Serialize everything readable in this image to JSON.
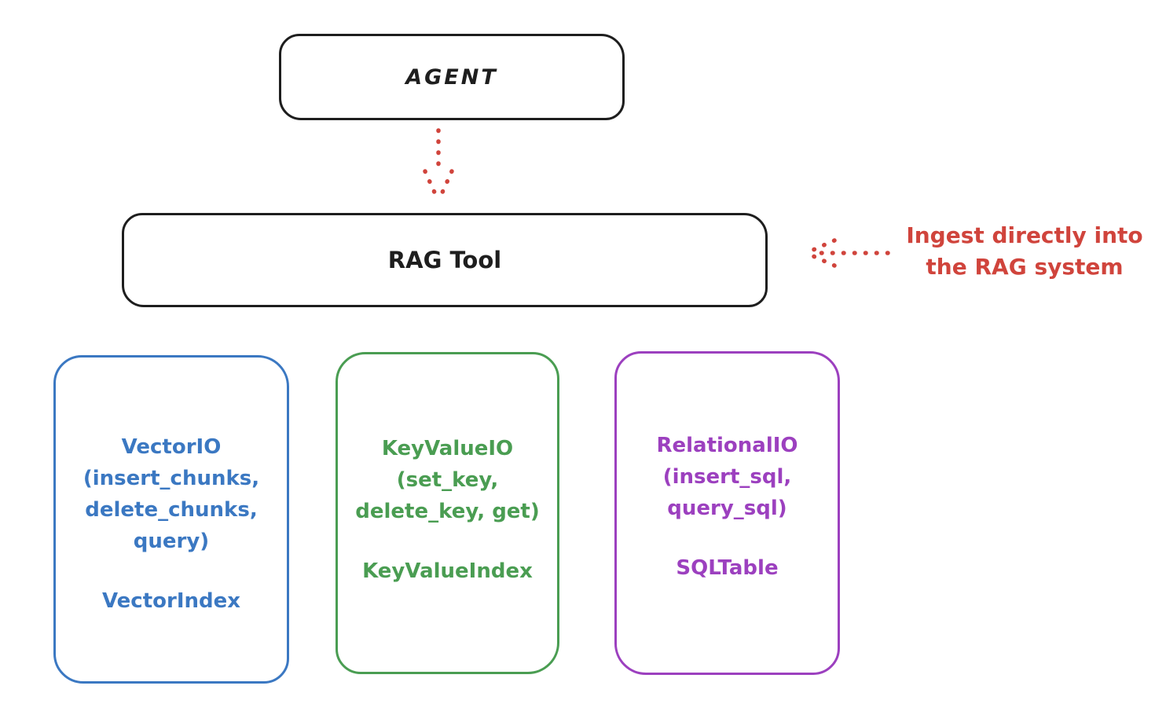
{
  "diagram": {
    "colors": {
      "ink": "#1e1e1e",
      "red": "#d0443c",
      "blue": "#3b78c2",
      "green": "#4a9d52",
      "purple": "#9c40bf",
      "background": "#ffffff"
    },
    "agent": {
      "label": "AGENT"
    },
    "rag_tool": {
      "label": "RAG Tool"
    },
    "annotation": {
      "lines": [
        "Ingest directly into",
        "the RAG system"
      ],
      "color": "#d0443c"
    },
    "arrows": [
      {
        "name": "agent-to-rag-tool",
        "style": "dotted",
        "direction": "down",
        "color": "#d0443c"
      },
      {
        "name": "annotation-to-rag-tool",
        "style": "dotted",
        "direction": "left",
        "color": "#d0443c"
      }
    ],
    "backends": [
      {
        "color": "#3b78c2",
        "title_lines": [
          "VectorIO",
          "(insert_chunks,",
          "delete_chunks,",
          "query)"
        ],
        "index_label": "VectorIndex"
      },
      {
        "color": "#4a9d52",
        "title_lines": [
          "KeyValueIO",
          "(set_key,",
          "delete_key, get)"
        ],
        "index_label": "KeyValueIndex"
      },
      {
        "color": "#9c40bf",
        "title_lines": [
          "RelationalIO",
          "(insert_sql,",
          "query_sql)"
        ],
        "index_label": "SQLTable"
      }
    ]
  }
}
